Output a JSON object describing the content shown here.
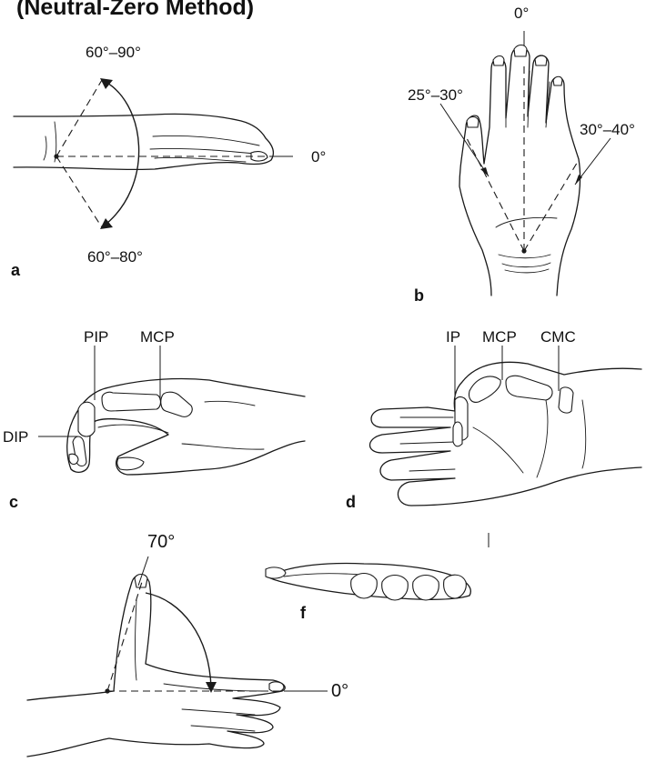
{
  "title": "(Neutral-Zero Method)",
  "panels": {
    "a": {
      "letter": "a",
      "angle_top": "60°–90°",
      "angle_zero": "0°",
      "angle_bottom": "60°–80°"
    },
    "b": {
      "letter": "b",
      "angle_zero": "0°",
      "angle_left": "25°–30°",
      "angle_right": "30°–40°"
    },
    "c": {
      "letter": "c",
      "joint_pip": "PIP",
      "joint_mcp": "MCP",
      "joint_dip": "DIP"
    },
    "d": {
      "letter": "d",
      "joint_ip": "IP",
      "joint_mcp": "MCP",
      "joint_cmc": "CMC"
    },
    "e": {
      "angle_top": "70°",
      "angle_zero": "0°"
    },
    "f": {
      "letter": "f"
    }
  }
}
